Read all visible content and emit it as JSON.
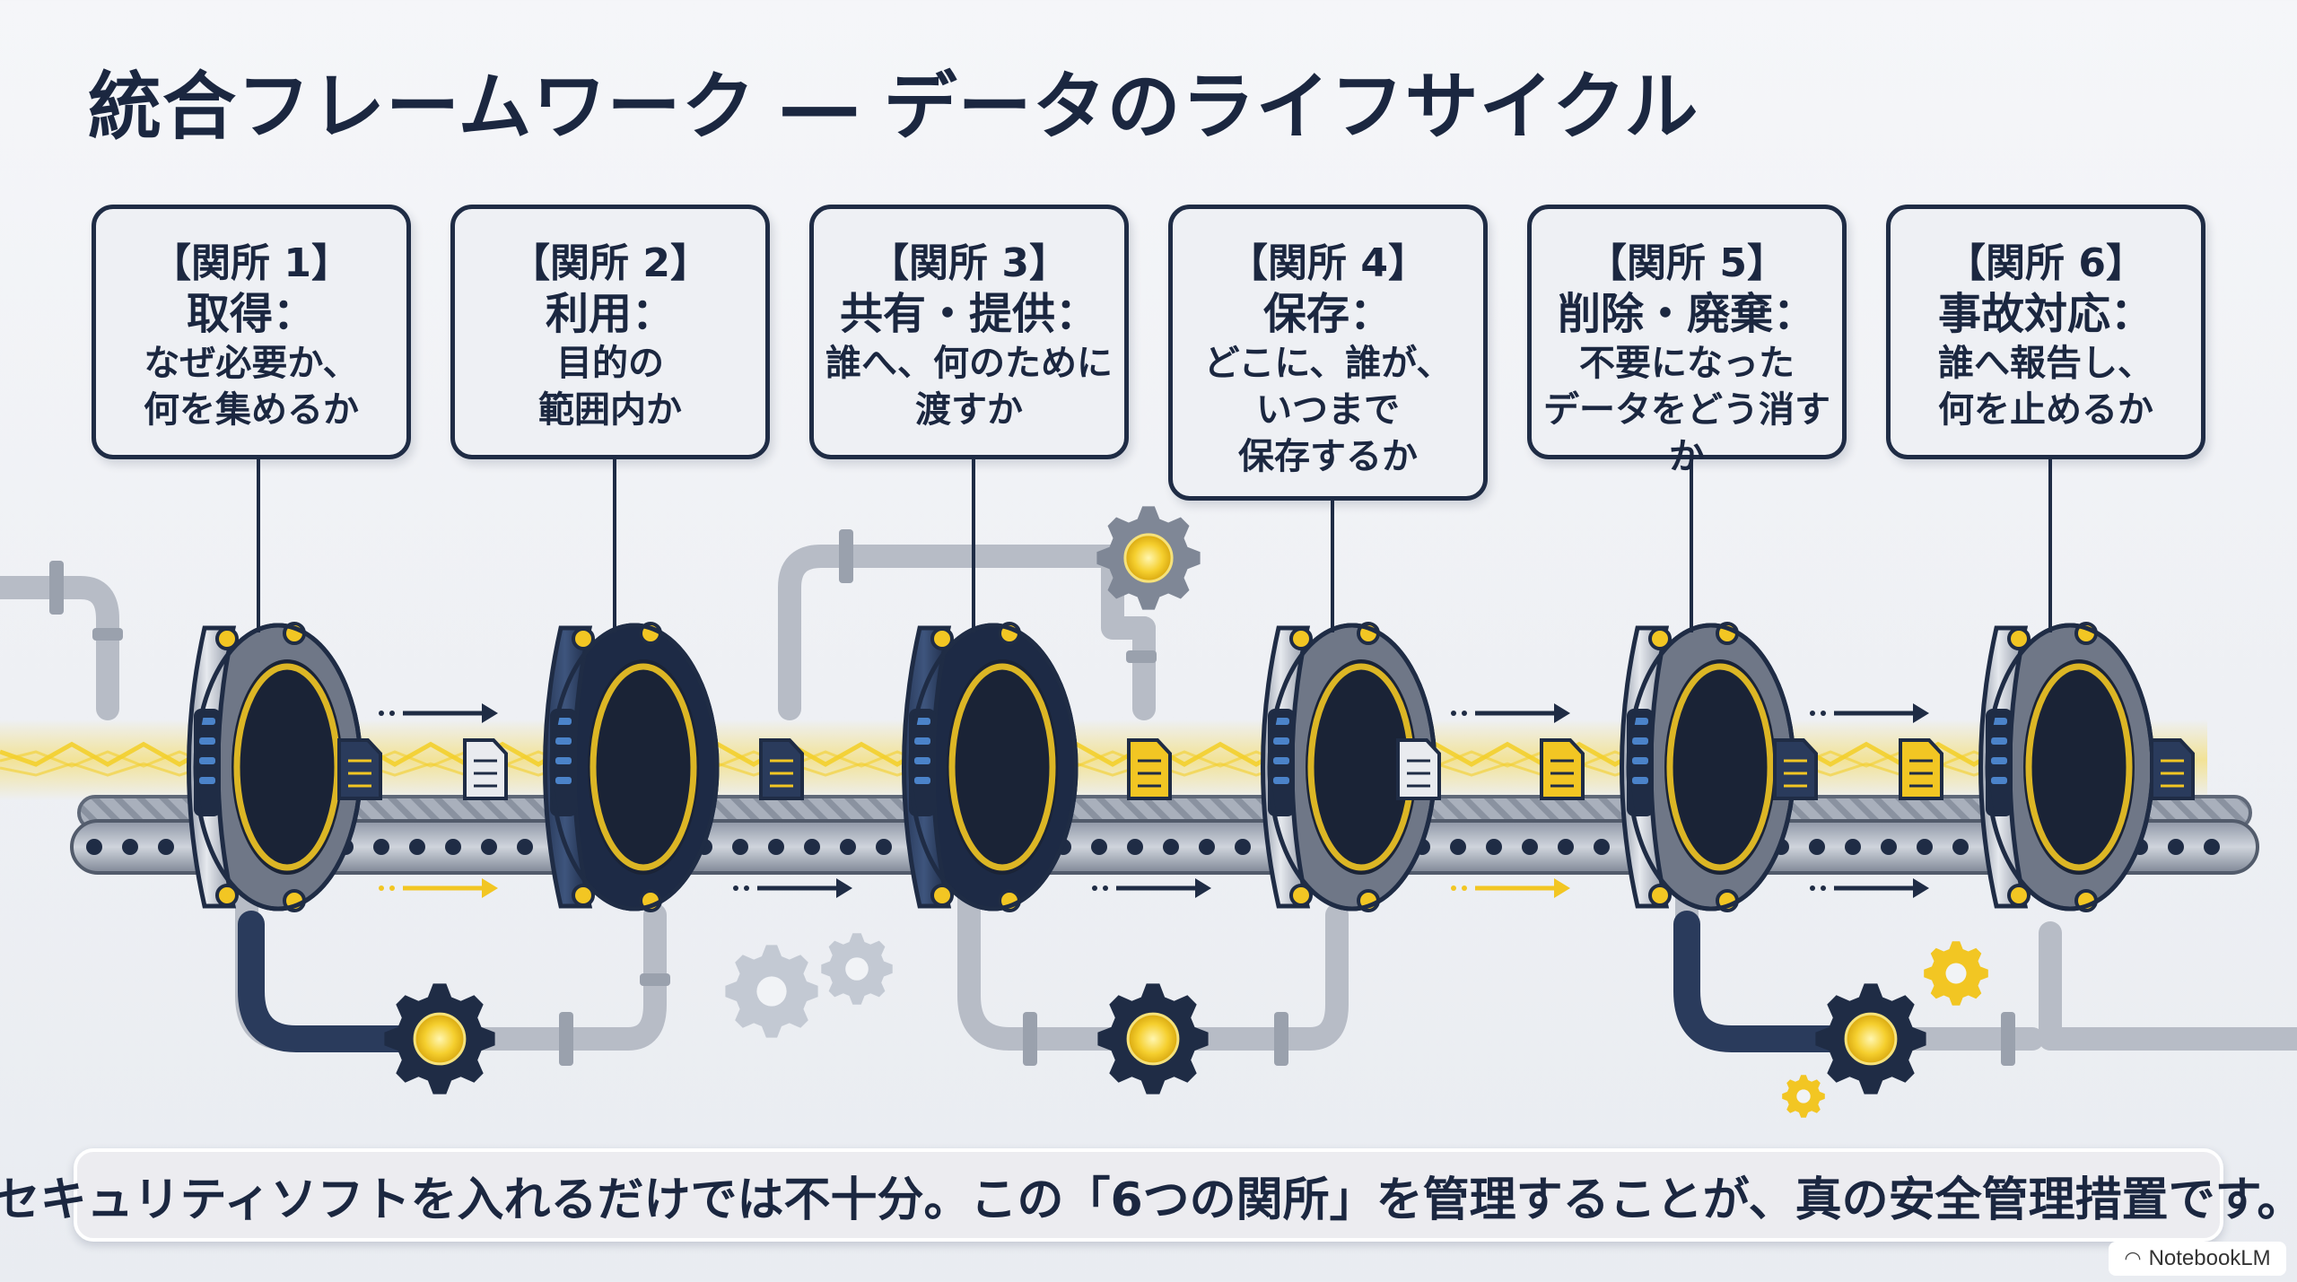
{
  "title": "統合フレームワーク ― データのライフサイクル",
  "checkpoints": [
    {
      "label": "【関所 1】",
      "heading": "取得：",
      "description": "なぜ必要か、\n何を集めるか"
    },
    {
      "label": "【関所 2】",
      "heading": "利用：",
      "description": "目的の\n範囲内か"
    },
    {
      "label": "【関所 3】",
      "heading": "共有・提供：",
      "description": "誰へ、何のために\n渡すか"
    },
    {
      "label": "【関所 4】",
      "heading": "保存：",
      "description": "どこに、誰が、\nいつまで\n保存するか"
    },
    {
      "label": "【関所 5】",
      "heading": "削除・廃棄：",
      "description": "不要になった\nデータをどう消すか"
    },
    {
      "label": "【関所 6】",
      "heading": "事故対応：",
      "description": "誰へ報告し、\n何を止めるか"
    }
  ],
  "footer": "セキュリティソフトを入れるだけでは不十分。この「6つの関所」を管理することが、真の安全管理措置です。",
  "brand": {
    "name": "NotebookLM",
    "icon": "notebooklm-logo-icon"
  },
  "colors": {
    "navy": "#1f2c45",
    "gold": "#f2c623",
    "silver": "#c3c9d3",
    "pipe": "#b7bcc6",
    "background": "#eef0f4"
  }
}
